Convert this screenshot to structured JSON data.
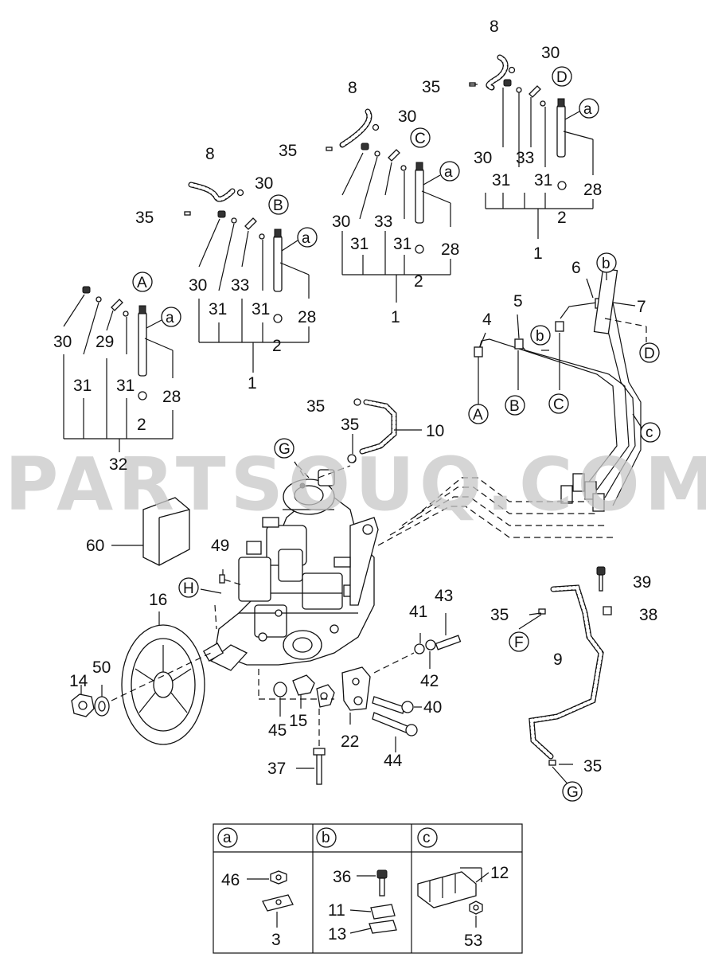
{
  "watermark": "PARTSOUQ.COM",
  "callouts": {
    "c8a": "8",
    "c30a": "30",
    "c35a": "35",
    "c30b": "30",
    "c31a": "31",
    "c33a": "33",
    "c31b": "31",
    "c28a": "28",
    "c2a": "2",
    "c1a": "1",
    "cDa": "D",
    "caA": "a",
    "c8b": "8",
    "c30c": "30",
    "c35b": "35",
    "c30d": "30",
    "c31c": "31",
    "c33b": "33",
    "c31d": "31",
    "c28b": "28",
    "c2b": "2",
    "c1b": "1",
    "cCa": "C",
    "caB": "a",
    "c8c": "8",
    "c30e": "30",
    "c35c": "35",
    "c30f": "30",
    "c31e": "31",
    "c33c": "33",
    "c31f": "31",
    "c28c": "28",
    "c2c": "2",
    "c1c": "1",
    "cBa": "B",
    "caC": "a",
    "cAa": "A",
    "caD": "a",
    "c30g": "30",
    "c31g": "31",
    "c29": "29",
    "c31h": "31",
    "c28d": "28",
    "c2d": "2",
    "c32": "32",
    "c6": "6",
    "cbA": "b",
    "c5": "5",
    "c4": "4",
    "c7": "7",
    "cbB": "b",
    "cDb": "D",
    "cAb": "A",
    "cBb": "B",
    "cCb": "C",
    "ccA": "c",
    "c35d": "35",
    "c35e": "35",
    "c10": "10",
    "cG": "G",
    "c60": "60",
    "c49": "49",
    "cH": "H",
    "c16": "16",
    "c14": "14",
    "c50": "50",
    "c43": "43",
    "c41": "41",
    "c42": "42",
    "c40": "40",
    "c45": "45",
    "c15": "15",
    "c22": "22",
    "c44": "44",
    "c37": "37",
    "c39": "39",
    "c35f": "35",
    "c38": "38",
    "cF": "F",
    "c9": "9",
    "c35g": "35",
    "cGb": "G"
  },
  "detail_table": {
    "headers": [
      "a",
      "b",
      "c"
    ],
    "panel_a": {
      "c46": "46",
      "c3": "3"
    },
    "panel_b": {
      "c36": "36",
      "c11": "11",
      "c13": "13"
    },
    "panel_c": {
      "c12": "12",
      "c53": "53"
    }
  }
}
